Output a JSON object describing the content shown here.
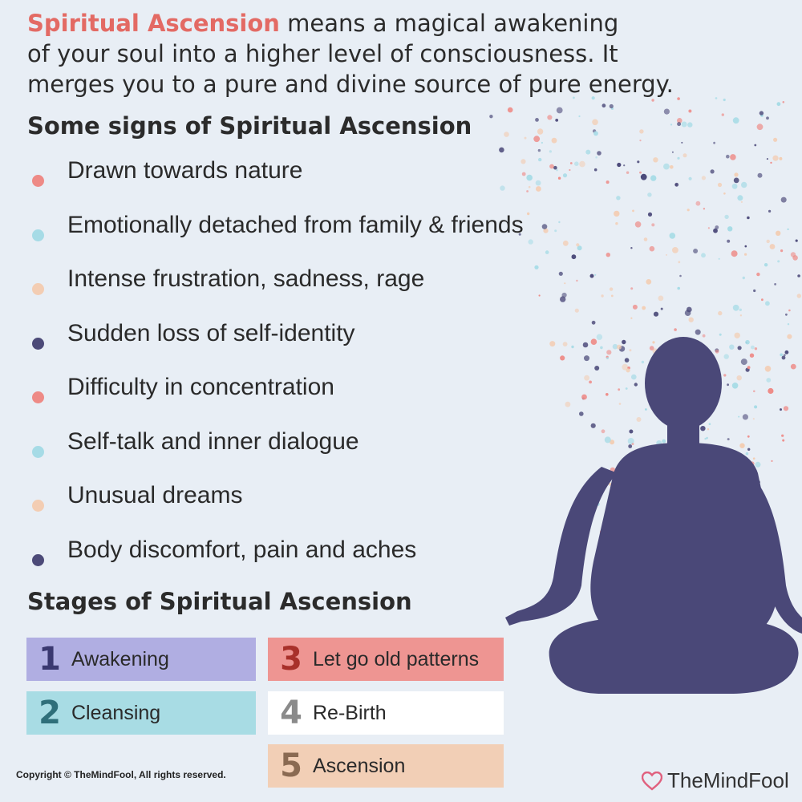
{
  "intro": {
    "highlight": "Spiritual Ascension",
    "line1_rest": " means a magical awakening",
    "line2": "of your soul into a higher level of consciousness. It",
    "line3": "merges you to a pure and divine source of pure energy."
  },
  "signs_heading": "Some signs of Spiritual Ascension",
  "signs": [
    {
      "label": "Drawn towards nature",
      "color": "#ee8a86"
    },
    {
      "label": "Emotionally detached from family & friends",
      "color": "#a6dbe6"
    },
    {
      "label": "Intense frustration, sadness, rage",
      "color": "#f3cdb3"
    },
    {
      "label": "Sudden loss of self-identity",
      "color": "#4c4a78"
    },
    {
      "label": "Difficulty in concentration",
      "color": "#ee8a86"
    },
    {
      "label": "Self-talk and inner dialogue",
      "color": "#a6dbe6"
    },
    {
      "label": "Unusual dreams",
      "color": "#f3cdb3"
    },
    {
      "label": "Body discomfort, pain and aches",
      "color": "#4c4a78"
    }
  ],
  "stages_heading": "Stages of Spiritual Ascension",
  "stages": [
    {
      "num": "1",
      "label": "Awakening",
      "bg": "#b0aee2",
      "num_color": "#3a3870"
    },
    {
      "num": "2",
      "label": "Cleansing",
      "bg": "#a8dce4",
      "num_color": "#2f6f7a"
    },
    {
      "num": "3",
      "label": "Let go old patterns",
      "bg": "#ee9592",
      "num_color": "#a8302a"
    },
    {
      "num": "4",
      "label": "Re-Birth",
      "bg": "#ffffff",
      "num_color": "#8a8a8a"
    },
    {
      "num": "5",
      "label": "Ascension",
      "bg": "#f2cfb6",
      "num_color": "#8a6a52"
    }
  ],
  "footer": {
    "copyright": "Copyright © TheMindFool, All rights reserved.",
    "brand": "TheMindFool"
  },
  "colors": {
    "accent": "#e36a64",
    "figure": "#4a4878",
    "brand_heart": "#e0607e"
  }
}
